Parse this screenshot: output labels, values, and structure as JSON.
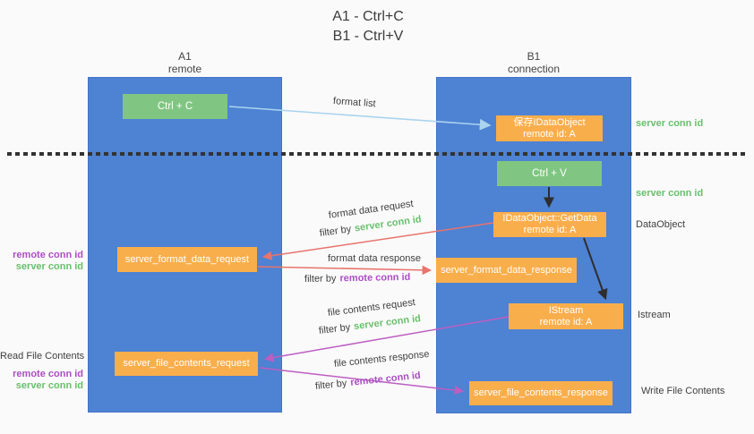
{
  "title": {
    "line1": "A1  -  Ctrl+C",
    "line2": "B1  -  Ctrl+V"
  },
  "columns": {
    "left": {
      "header1": "A1",
      "header2": "remote"
    },
    "right": {
      "header1": "B1",
      "header2": "connection"
    }
  },
  "nodes": {
    "ctrl_c": {
      "label": "Ctrl + C"
    },
    "save_idataobject": {
      "line1": "保存IDataObject",
      "line2": "remote id: A"
    },
    "ctrl_v": {
      "label": "Ctrl + V"
    },
    "getdata": {
      "line1": "IDataObject::GetData",
      "line2": "remote id: A"
    },
    "format_request": {
      "label": "server_format_data_request"
    },
    "format_response": {
      "label": "server_format_data_response"
    },
    "istream": {
      "line1": "IStream",
      "line2": "remote id: A"
    },
    "file_request": {
      "label": "server_file_contents_request"
    },
    "file_response": {
      "label": "server_file_contents_response"
    }
  },
  "labels": {
    "format_list": "format list",
    "format_data_request": "format data request",
    "format_data_response": "format data response",
    "file_contents_request": "file contents request",
    "file_contents_response": "file contents response",
    "filter_by": "filter by",
    "server_conn_id": "server conn id",
    "remote_conn_id": "remote conn id",
    "read_file_contents": "Read File Contents",
    "write_file_contents": "Write File Contents",
    "dataobject": "DataObject",
    "istream": "Istream"
  },
  "colors": {
    "column_blue": "#4e82d3",
    "box_green": "#80c682",
    "box_orange": "#f9ae4c",
    "arrow_lightblue": "#aad4ef",
    "arrow_salmon": "#e8746c",
    "arrow_magenta": "#bd5ec1",
    "arrow_black": "#2e2e2e",
    "label_green": "#68c06c",
    "label_purple": "#ab4ec4",
    "text_dark": "#3c3c3c"
  }
}
